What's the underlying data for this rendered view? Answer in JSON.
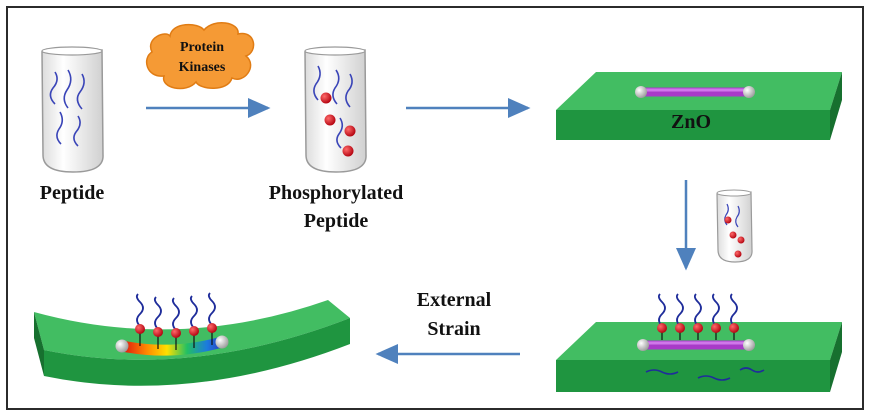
{
  "labels": {
    "peptide": "Peptide",
    "protein_kinases_line1": "Protein",
    "protein_kinases_line2": "Kinases",
    "phosphorylated_line1": "Phosphorylated",
    "phosphorylated_line2": "Peptide",
    "zno": "ZnO",
    "external_line1": "External",
    "external_line2": "Strain"
  },
  "colors": {
    "arrow": "#4f81bd",
    "substrate_green": "#2aa84a",
    "nanowire_purple": "#b452d6",
    "phosphate_red": "#d40012",
    "peptide_blue": "#1f2d9b",
    "kinase_orange": "#f59a35"
  },
  "icons": {
    "tube": "test-tube-icon",
    "kinase": "protein-kinase-blob-icon",
    "nanowire": "zno-nanowire-icon"
  }
}
